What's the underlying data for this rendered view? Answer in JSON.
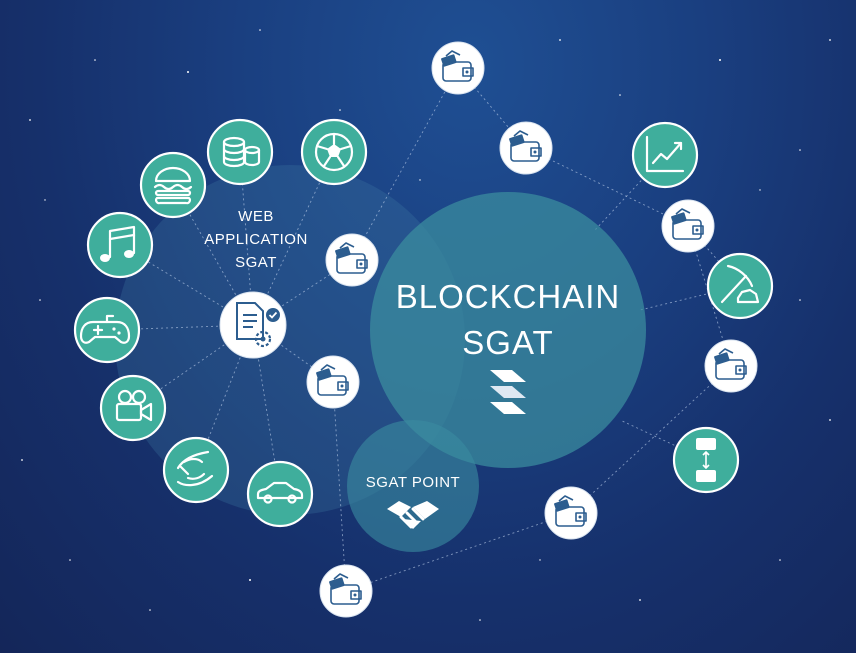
{
  "diagram": {
    "blockchain_title_line1": "BLOCKCHAIN",
    "blockchain_title_line2": "SGAT",
    "webapp_line1": "WEB",
    "webapp_line2": "APPLICATION",
    "webapp_line3": "SGAT",
    "point_label": "SGAT POINT"
  },
  "colors": {
    "background": "#1a3f80",
    "teal_node": "#3fae9c",
    "wallet_icon": "#2c5d8f",
    "circle_fill": "#3b8fa0"
  },
  "icons": {
    "app_nodes": [
      "coins-icon",
      "football-icon",
      "burger-icon",
      "music-note-icon",
      "gamepad-icon",
      "video-camera-icon",
      "hands-icon",
      "car-icon"
    ],
    "hub": "document-gear-icon",
    "blockchain": "sgat-logo-icon",
    "point": "handshake-icon",
    "right_nodes": [
      "chart-trend-icon",
      "pickaxe-mining-icon",
      "wallet-transfer-icon"
    ],
    "wallet": "wallet-icon"
  }
}
